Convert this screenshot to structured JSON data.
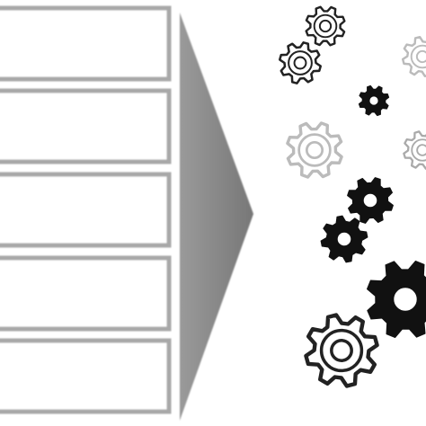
{
  "diagram": {
    "boxes": [
      {
        "label": ""
      },
      {
        "label": ""
      },
      {
        "label": ""
      },
      {
        "label": ""
      },
      {
        "label": ""
      }
    ],
    "arrow": {
      "color": "#8a8a8a",
      "direction": "right"
    },
    "gears": [
      {
        "icon": "gear-outline-icon",
        "style": "outline",
        "color": "#222222"
      },
      {
        "icon": "gear-outline-icon",
        "style": "outline",
        "color": "#222222"
      },
      {
        "icon": "gear-outline-icon",
        "style": "outline",
        "color": "#bbbbbb"
      },
      {
        "icon": "gear-solid-icon",
        "style": "solid",
        "color": "#111111"
      },
      {
        "icon": "gear-outline-icon",
        "style": "outline",
        "color": "#bbbbbb"
      },
      {
        "icon": "gear-outline-icon",
        "style": "outline",
        "color": "#aaaaaa"
      },
      {
        "icon": "gear-solid-icon",
        "style": "solid",
        "color": "#111111"
      },
      {
        "icon": "gear-solid-icon",
        "style": "solid",
        "color": "#111111"
      },
      {
        "icon": "gear-solid-icon",
        "style": "solid",
        "color": "#111111"
      },
      {
        "icon": "gear-outline-icon",
        "style": "outline",
        "color": "#222222"
      }
    ]
  }
}
